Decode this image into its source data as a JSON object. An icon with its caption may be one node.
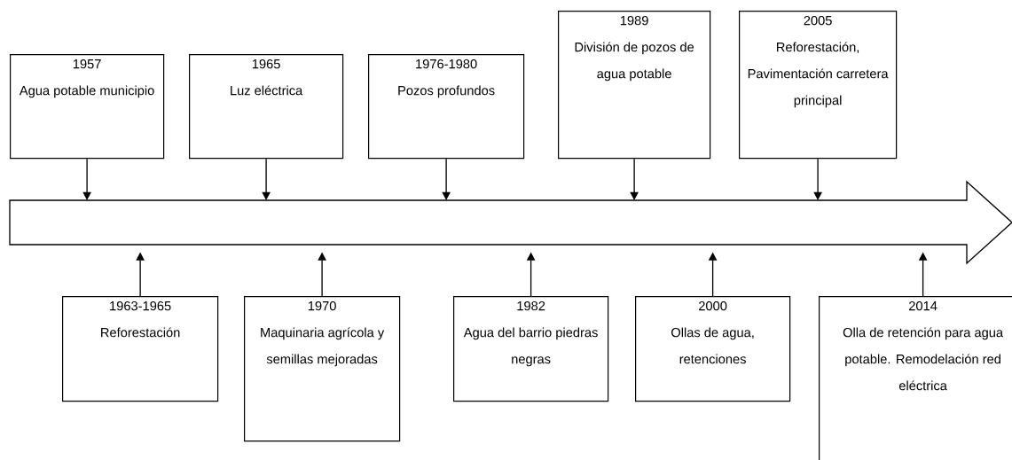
{
  "diagram": {
    "nodes": [
      {
        "text": [
          "1957",
          "Agua potable municipio"
        ]
      },
      {
        "text": [
          "1965",
          "Luz eléctrica"
        ]
      },
      {
        "text": [
          "1976-1980",
          "Pozos profundos"
        ]
      },
      {
        "text": [
          "1989",
          "División de pozos de agua potable"
        ]
      },
      {
        "text": [
          "2005",
          "Reforestación, Pavimentación carretera principal"
        ]
      },
      {
        "text": [],
        "shape": "arrow"
      },
      {
        "text": [
          "1963-1965",
          "Reforestación"
        ]
      },
      {
        "text": [
          "1970",
          "Maquinaria agrícola y semillas mejoradas"
        ]
      },
      {
        "text": [
          "1982",
          "Agua del barrio piedras negras"
        ]
      },
      {
        "text": [
          "2000",
          "Ollas de agua, retenciones"
        ]
      },
      {
        "text": [
          "2014",
          "Olla de retención para agua potable. Remodelación red eléctrica"
        ]
      }
    ],
    "edges": [
      {
        "from": 0,
        "to": 5,
        "arrow": "to"
      },
      {
        "from": 1,
        "to": 5,
        "arrow": "to"
      },
      {
        "from": 2,
        "to": 5,
        "arrow": "to"
      },
      {
        "from": 3,
        "to": 5,
        "arrow": "to"
      },
      {
        "from": 4,
        "to": 5,
        "arrow": "to"
      },
      {
        "from": 6,
        "to": 5,
        "arrow": "to"
      },
      {
        "from": 7,
        "to": 5,
        "arrow": "to"
      },
      {
        "from": 8,
        "to": 5,
        "arrow": "to"
      },
      {
        "from": 9,
        "to": 5,
        "arrow": "to"
      },
      {
        "from": 10,
        "to": 5,
        "arrow": "to"
      }
    ]
  }
}
